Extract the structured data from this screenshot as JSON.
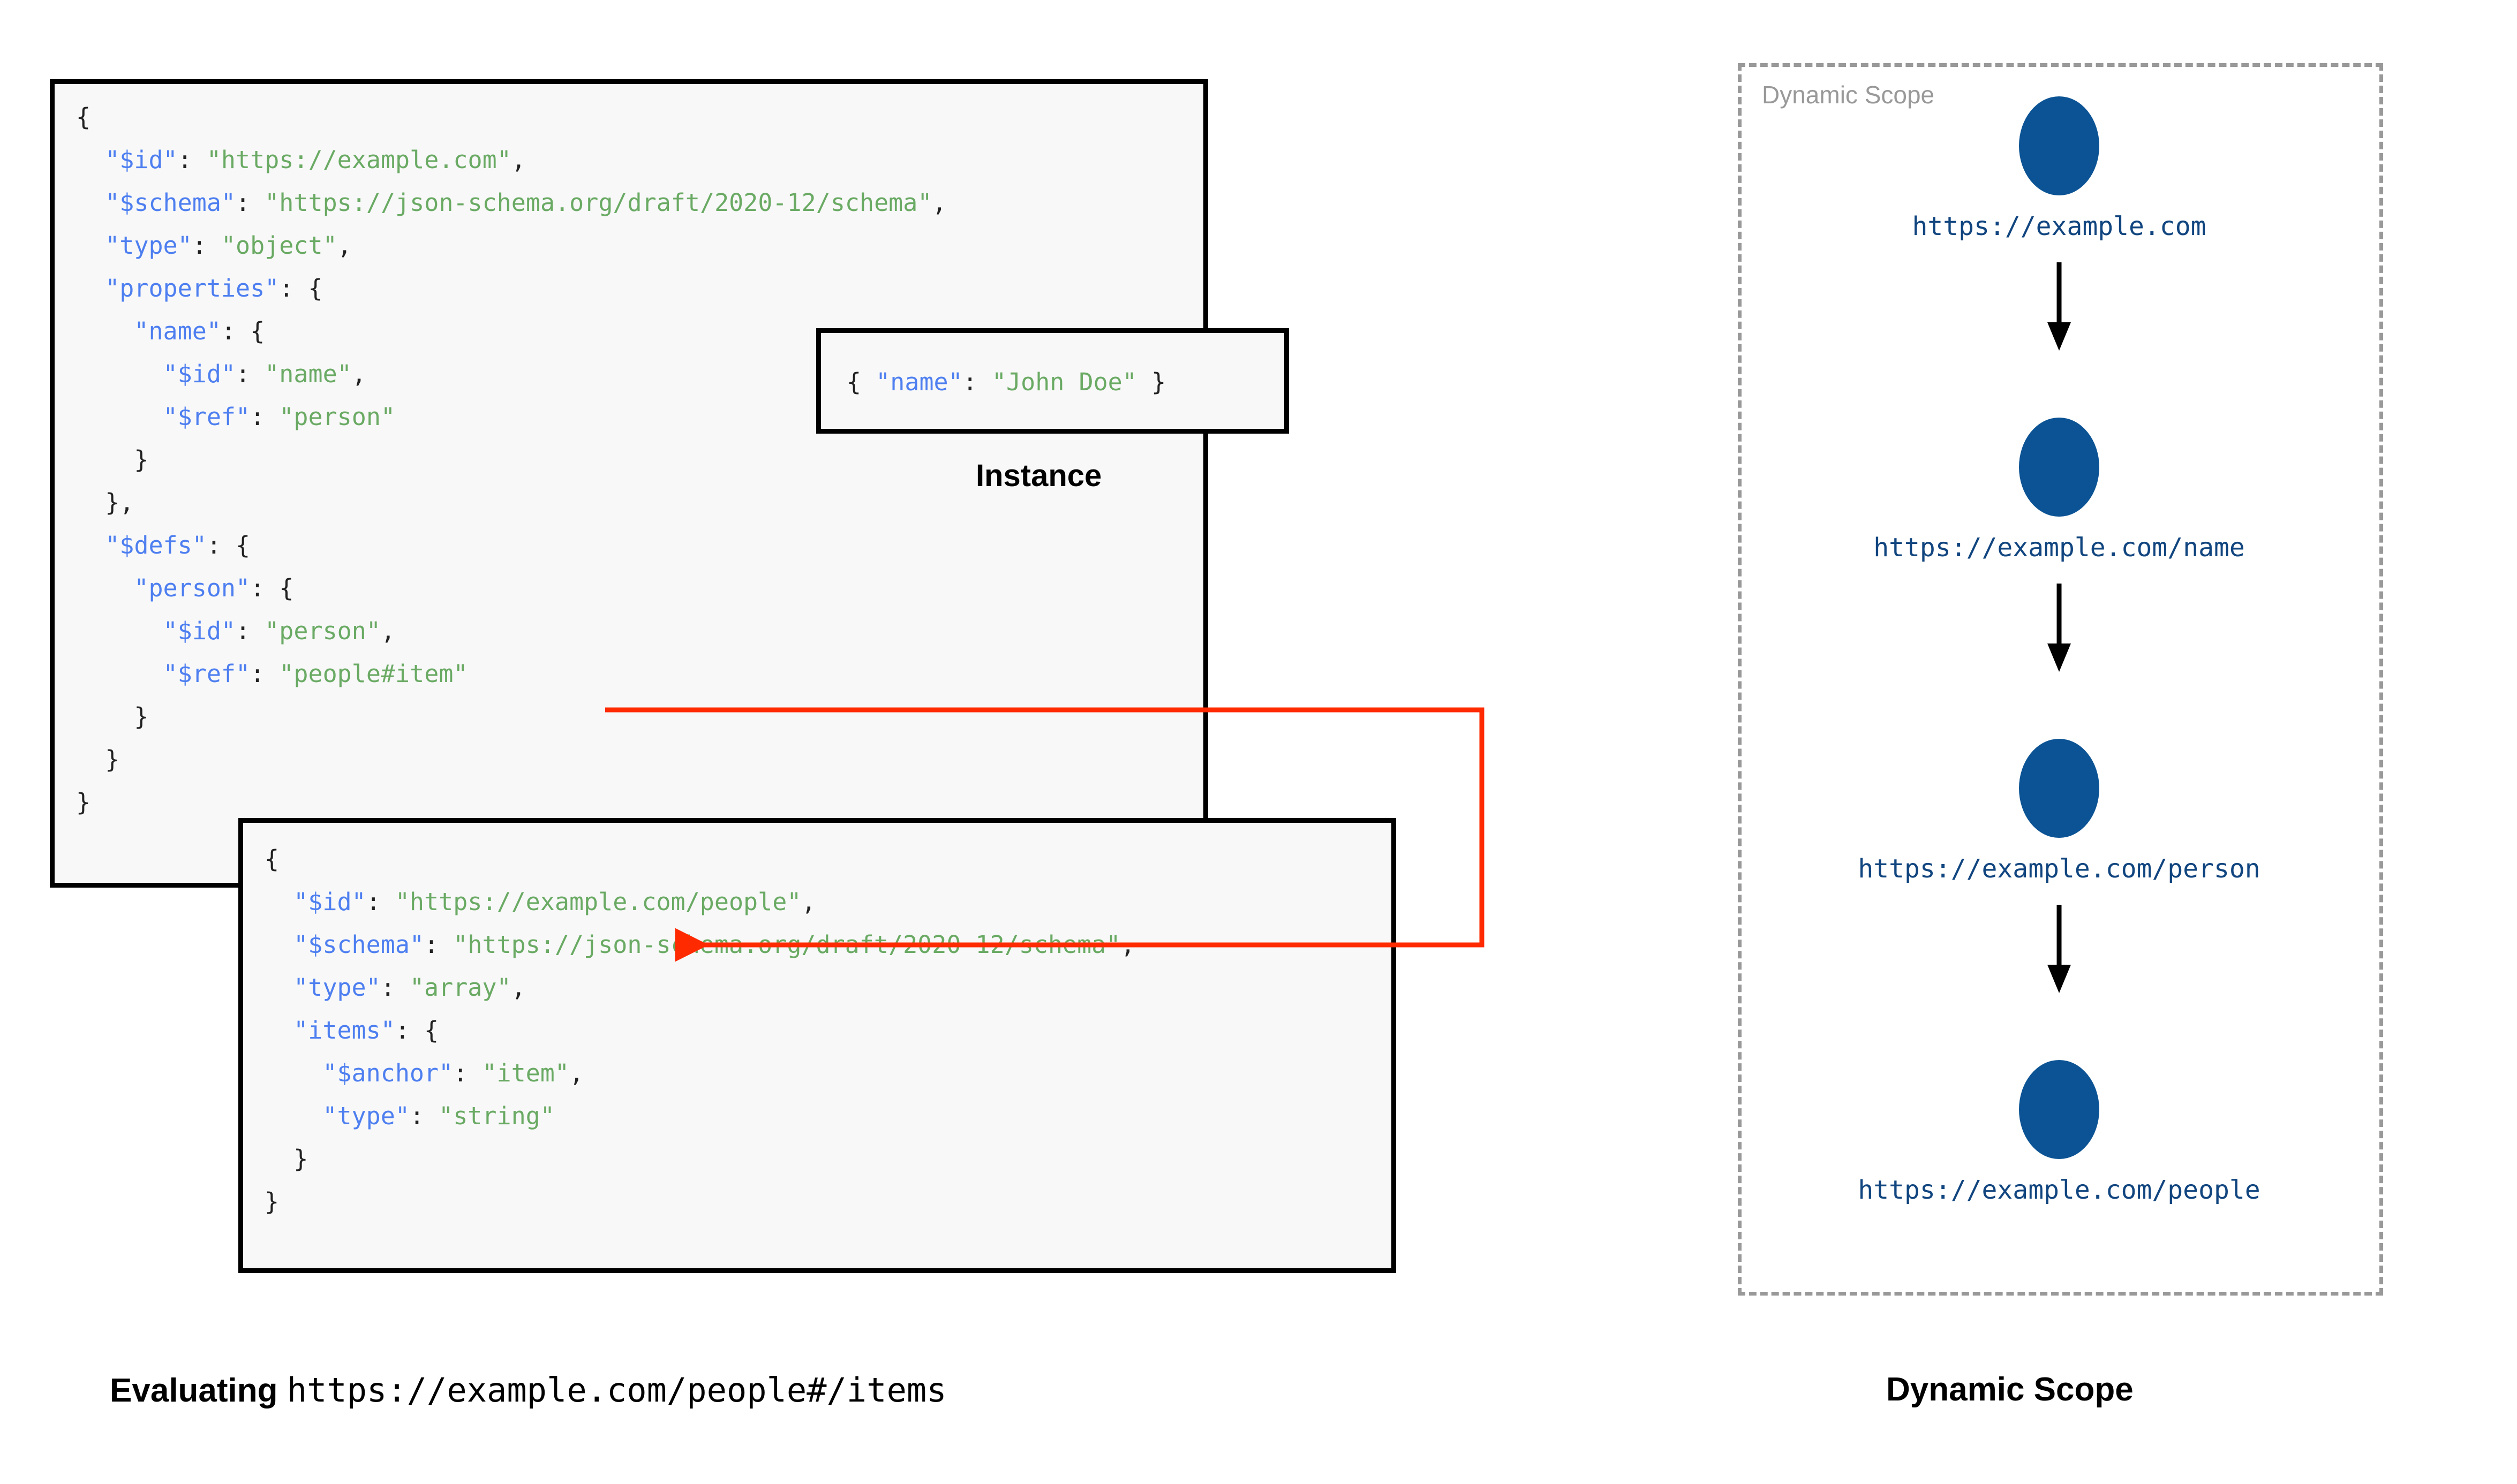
{
  "diagram": {
    "title_left": "Evaluating https://example.com/people#/items",
    "title_right": "Dynamic Scope"
  },
  "captions": {
    "left_bold": "Evaluating",
    "left_mono": "https://example.com/people#/items",
    "right": "Dynamic Scope",
    "instance": "Instance"
  },
  "schema_root": {
    "lines": [
      {
        "indent": 0,
        "tokens": [
          {
            "t": "{",
            "c": "p"
          }
        ]
      },
      {
        "indent": 1,
        "tokens": [
          {
            "t": "\"$id\"",
            "c": "k"
          },
          {
            "t": ": ",
            "c": "p"
          },
          {
            "t": "\"https://example.com\"",
            "c": "s"
          },
          {
            "t": ",",
            "c": "p"
          }
        ]
      },
      {
        "indent": 1,
        "tokens": [
          {
            "t": "\"$schema\"",
            "c": "k"
          },
          {
            "t": ": ",
            "c": "p"
          },
          {
            "t": "\"https://json-schema.org/draft/2020-12/schema\"",
            "c": "s"
          },
          {
            "t": ",",
            "c": "p"
          }
        ]
      },
      {
        "indent": 1,
        "tokens": [
          {
            "t": "\"type\"",
            "c": "k"
          },
          {
            "t": ": ",
            "c": "p"
          },
          {
            "t": "\"object\"",
            "c": "s"
          },
          {
            "t": ",",
            "c": "p"
          }
        ]
      },
      {
        "indent": 1,
        "tokens": [
          {
            "t": "\"properties\"",
            "c": "k"
          },
          {
            "t": ": {",
            "c": "p"
          }
        ]
      },
      {
        "indent": 2,
        "tokens": [
          {
            "t": "\"name\"",
            "c": "k"
          },
          {
            "t": ": {",
            "c": "p"
          }
        ]
      },
      {
        "indent": 3,
        "tokens": [
          {
            "t": "\"$id\"",
            "c": "k"
          },
          {
            "t": ": ",
            "c": "p"
          },
          {
            "t": "\"name\"",
            "c": "s"
          },
          {
            "t": ",",
            "c": "p"
          }
        ]
      },
      {
        "indent": 3,
        "tokens": [
          {
            "t": "\"$ref\"",
            "c": "k"
          },
          {
            "t": ": ",
            "c": "p"
          },
          {
            "t": "\"person\"",
            "c": "s"
          }
        ]
      },
      {
        "indent": 2,
        "tokens": [
          {
            "t": "}",
            "c": "p"
          }
        ]
      },
      {
        "indent": 1,
        "tokens": [
          {
            "t": "},",
            "c": "p"
          }
        ]
      },
      {
        "indent": 1,
        "tokens": [
          {
            "t": "\"$defs\"",
            "c": "k"
          },
          {
            "t": ": {",
            "c": "p"
          }
        ]
      },
      {
        "indent": 2,
        "tokens": [
          {
            "t": "\"person\"",
            "c": "k"
          },
          {
            "t": ": {",
            "c": "p"
          }
        ]
      },
      {
        "indent": 3,
        "tokens": [
          {
            "t": "\"$id\"",
            "c": "k"
          },
          {
            "t": ": ",
            "c": "p"
          },
          {
            "t": "\"person\"",
            "c": "s"
          },
          {
            "t": ",",
            "c": "p"
          }
        ]
      },
      {
        "indent": 3,
        "tokens": [
          {
            "t": "\"$ref\"",
            "c": "k"
          },
          {
            "t": ": ",
            "c": "p"
          },
          {
            "t": "\"people#item\"",
            "c": "s"
          }
        ]
      },
      {
        "indent": 2,
        "tokens": [
          {
            "t": "}",
            "c": "p"
          }
        ]
      },
      {
        "indent": 1,
        "tokens": [
          {
            "t": "}",
            "c": "p"
          }
        ]
      },
      {
        "indent": 0,
        "tokens": [
          {
            "t": "}",
            "c": "p"
          }
        ]
      }
    ]
  },
  "people_schema": {
    "lines": [
      {
        "indent": 0,
        "tokens": [
          {
            "t": "{",
            "c": "p"
          }
        ]
      },
      {
        "indent": 1,
        "tokens": [
          {
            "t": "\"$id\"",
            "c": "k"
          },
          {
            "t": ": ",
            "c": "p"
          },
          {
            "t": "\"https://example.com/people\"",
            "c": "s"
          },
          {
            "t": ",",
            "c": "p"
          }
        ]
      },
      {
        "indent": 1,
        "tokens": [
          {
            "t": "\"$schema\"",
            "c": "k"
          },
          {
            "t": ": ",
            "c": "p"
          },
          {
            "t": "\"https://json-schema.org/draft/2020-12/schema\"",
            "c": "s"
          },
          {
            "t": ",",
            "c": "p"
          }
        ]
      },
      {
        "indent": 1,
        "tokens": [
          {
            "t": "\"type\"",
            "c": "k"
          },
          {
            "t": ": ",
            "c": "p"
          },
          {
            "t": "\"array\"",
            "c": "s"
          },
          {
            "t": ",",
            "c": "p"
          }
        ]
      },
      {
        "indent": 1,
        "tokens": [
          {
            "t": "\"items\"",
            "c": "k"
          },
          {
            "t": ": {",
            "c": "p"
          }
        ]
      },
      {
        "indent": 2,
        "tokens": [
          {
            "t": "\"$anchor\"",
            "c": "k"
          },
          {
            "t": ": ",
            "c": "p"
          },
          {
            "t": "\"item\"",
            "c": "s"
          },
          {
            "t": ",",
            "c": "p"
          }
        ]
      },
      {
        "indent": 2,
        "tokens": [
          {
            "t": "\"type\"",
            "c": "k"
          },
          {
            "t": ": ",
            "c": "p"
          },
          {
            "t": "\"string\"",
            "c": "s"
          }
        ]
      },
      {
        "indent": 1,
        "tokens": [
          {
            "t": "}",
            "c": "p"
          }
        ]
      },
      {
        "indent": 0,
        "tokens": [
          {
            "t": "}",
            "c": "p"
          }
        ]
      }
    ]
  },
  "instance": {
    "lines": [
      {
        "indent": 0,
        "tokens": [
          {
            "t": "{ ",
            "c": "p"
          },
          {
            "t": "\"name\"",
            "c": "k"
          },
          {
            "t": ": ",
            "c": "p"
          },
          {
            "t": "\"John Doe\"",
            "c": "s"
          },
          {
            "t": " }",
            "c": "p"
          }
        ]
      }
    ]
  },
  "scope": {
    "panel_label": "Dynamic Scope",
    "nodes": [
      {
        "label": "https://example.com"
      },
      {
        "label": "https://example.com/name"
      },
      {
        "label": "https://example.com/person"
      },
      {
        "label": "https://example.com/people"
      }
    ]
  },
  "colors": {
    "json_key": "#4e7ff0",
    "json_string": "#6aaa64",
    "node_fill": "#0b5394",
    "node_label": "#11457f",
    "reference_arrow": "#ff2a00",
    "scope_border": "#999999",
    "code_background": "#f8f8f8"
  }
}
